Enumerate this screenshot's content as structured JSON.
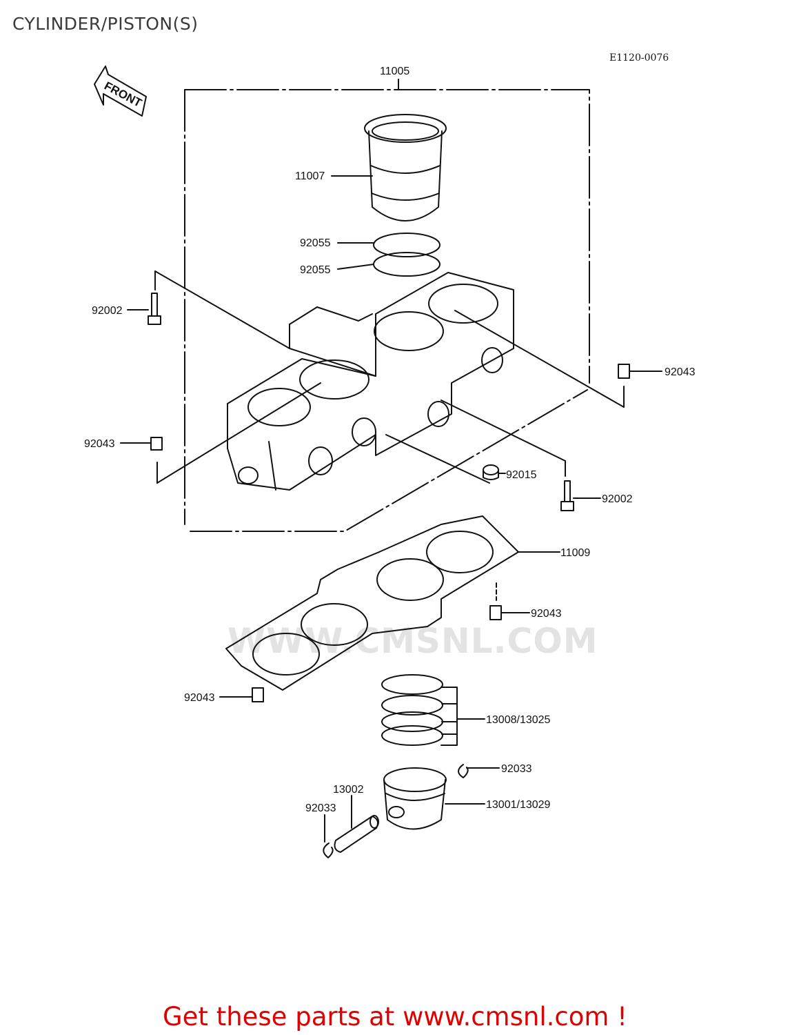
{
  "page": {
    "title": "CYLINDER/PISTON(S)",
    "diagram_code": "E1120-0076",
    "front_marker": "FRONT",
    "watermark": "WWW.CMSNL.COM",
    "footer_link": "Get these parts at www.cmsnl.com !"
  },
  "parts": {
    "p11005": "11005",
    "p11007": "11007",
    "p92055a": "92055",
    "p92055b": "92055",
    "p92002a": "92002",
    "p92043a": "92043",
    "p92043b": "92043",
    "p92015": "92015",
    "p92002b": "92002",
    "p11009": "11009",
    "p92043c": "92043",
    "p92043d": "92043",
    "p13008": "13008/13025",
    "p92033a": "92033",
    "p13002": "13002",
    "p92033b": "92033",
    "p13001": "13001/13029"
  }
}
